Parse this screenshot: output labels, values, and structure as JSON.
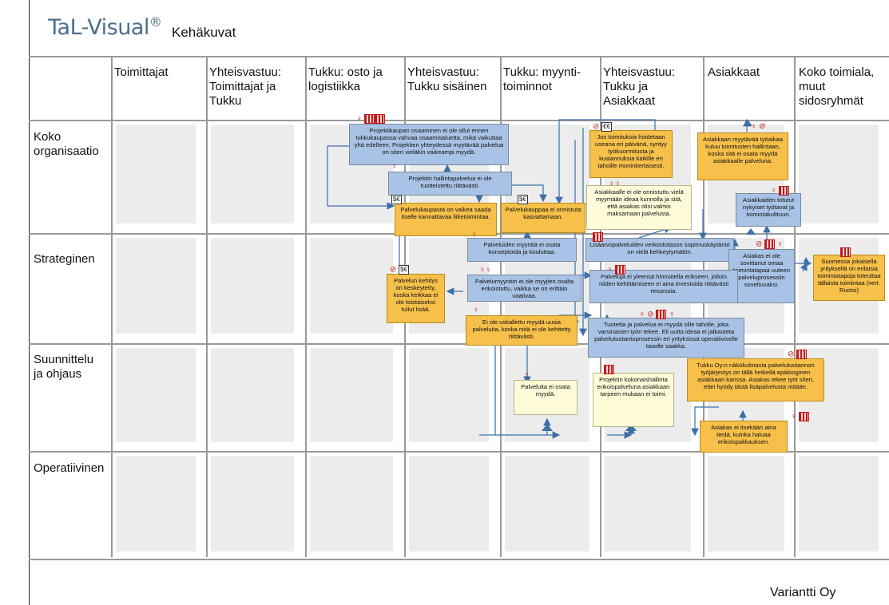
{
  "header": {
    "logo": "TaL-Visual",
    "registered": "®",
    "subtitle": "Kehäkuvat"
  },
  "footer": {
    "company": "Variantti Oy"
  },
  "columns": [
    "Toimittajat",
    "Yhteisvastuu: Toimittajat ja Tukku",
    "Tukku: osto ja logistiikka",
    "Yhteisvastuu: Tukku sisäinen",
    "Tukku: myynti-toiminnot",
    "Yhteisvastuu: Tukku ja Asiakkaat",
    "Asiakkaat",
    "Koko toimiala, muut sidosryhmät"
  ],
  "rows": [
    "Koko organisaatio",
    "Strateginen",
    "Suunnittelu ja ohjaus",
    "Operatiivinen"
  ],
  "notes": [
    "Projektikaupan osaaminen ei ole ollut ennen tukkukaupassa vahvaa osaamisaluetta, mikä vaikuttaa yhä edelleen. Projektien yhteydessä myytävää palvelua on siten vieläkin vaikeampi myydä.",
    "Projektin hallintapalvelua ei ole tuotteistettu riittävästi.",
    "Palvelukaupasta on vaikea saada itselle kannattavaa liiketoimintaa.",
    "Palvelukauppaa ei onnistuta kasvattamaan.",
    "Jos toimituksia hoidetaan useana eri päivänä, syntyy työkuormitusta ja kustannuksia kaikille eri tahoille moninkertaisesti.",
    "Asiakkaan myytävää työaikaa kuluu toimitusten hallintaan, koska sitä ei osata myydä asiakkaalle palveluna.",
    "Asiakkaalle ei ole onnistuttu vielä myymään ideaa kunnolla ja sitä, että asiakas olisi valmis maksamaan palvelusta.",
    "Asiakkaiden totutut nykyiset työtavat ja toimintakulttuuri.",
    "Palveluiden myyntiä ei osata konseptoida ja kouluttaa.",
    "Lisäarvopalveluiden verkostotason sopimuskäytäntö on vielä kehkeytymätön.",
    "Asiakas ei ole sovittanut omaa toimintatapaa uuteen palveluprosessiin soveltuvaksi.",
    "Suomessa jokaisella yrityksellä on erilaisia toimintatapoja toteuttaa tällaista toimintaa (vert. Ruotsi)",
    "Palvelun kehitys on keskeytetty, koska keikkaa ei ole toistaiseksi tullut lisää.",
    "Palvelumyyntiin ei ole myyjien osalta erikoistuttu, vaikka se on erittäin vaativaa.",
    "Palveluja ei yleensä hinnoitella erikseen, jolloin niiden kehittämiseen ei aina investoida riittävästi resurssia.",
    "Ei ole uskallettu myydä uusia palveluita, koska niitä ei ole kehitetty riittävästi.",
    "Tuotetta ja palvelua ei myydä sille taholle, joka varsinaisen työn tekee. Eli uutta ideaa ei jalkauteta palvelutuotantoprosessin eri yrityksissä operatiiviselle tasolle saakka.",
    "Tukku Oy:n näkökulmasta palvelutuotannon työjärjestys on tällä hetkellä epälooginen asiakkaan kanssa. Asiakas tekee työt siten, ettei hyödy tästä lisäpalvelusta mitään.",
    "Palveluita ei osata myydä.",
    "Projektin kokonaishallinta erikoispalveluna asiakkaan tarpeen mukaan ei toimi.",
    "Asiakas ei itsekään aina tiedä, kuinka haluaa erikoispakkauksen."
  ],
  "symbols": {
    "money": "$€",
    "money_euro": "€€",
    "prohibit": "⊘",
    "person": "♀"
  },
  "colors": {
    "blue_note": "#a9c3e6",
    "yellow_note": "#f6c04a",
    "pale_note": "#fdfbd8",
    "arrow": "#3d6fa8",
    "symbol_red": "#c21a1a",
    "cell": "#ececec"
  }
}
